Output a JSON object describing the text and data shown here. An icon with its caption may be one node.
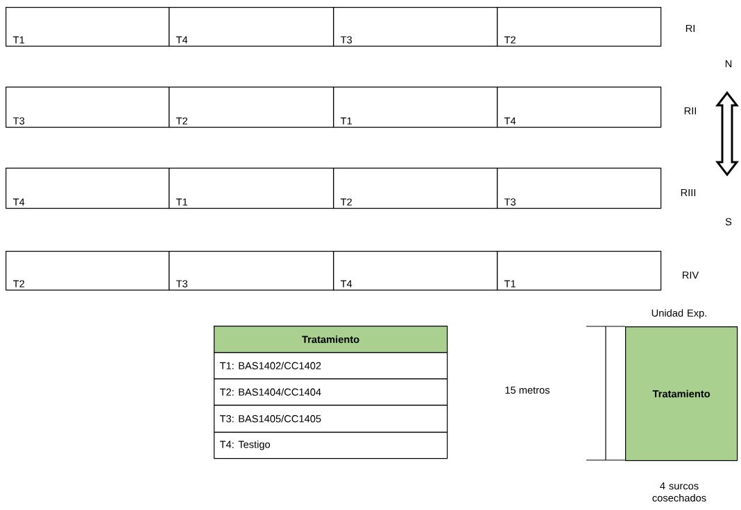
{
  "diagram": {
    "nodes": [
      {
        "text": [
          "T1"
        ]
      },
      {
        "text": [
          "T4"
        ]
      },
      {
        "text": [
          "T3"
        ]
      },
      {
        "text": [
          "T2"
        ]
      },
      {
        "text": [
          "T3"
        ]
      },
      {
        "text": [
          "T2"
        ]
      },
      {
        "text": [
          "T1"
        ]
      },
      {
        "text": [
          "T4"
        ]
      },
      {
        "text": [
          "T4"
        ]
      },
      {
        "text": [
          "T1"
        ]
      },
      {
        "text": [
          "T2"
        ]
      },
      {
        "text": [
          "T3"
        ]
      },
      {
        "text": [
          "T2"
        ]
      },
      {
        "text": [
          "T3"
        ]
      },
      {
        "text": [
          "T4"
        ]
      },
      {
        "text": [
          "T1"
        ]
      },
      {
        "text": [
          "Tratamiento"
        ]
      },
      {
        "text": [
          "T1: BAS1402/CC1402"
        ]
      },
      {
        "text": [
          "T2: BAS1404/CC1404"
        ]
      },
      {
        "text": [
          "T3: BAS1405/CC1405"
        ]
      },
      {
        "text": [
          "T4: Testigo"
        ]
      },
      {
        "text": [
          "Tratamiento"
        ],
        "beside": [
          "Unidad Exp.",
          "4 surcos cosechados"
        ]
      }
    ],
    "labels": [
      "RI",
      "N",
      "RII",
      "RIII",
      "S",
      "RIV",
      "15 metros"
    ]
  }
}
